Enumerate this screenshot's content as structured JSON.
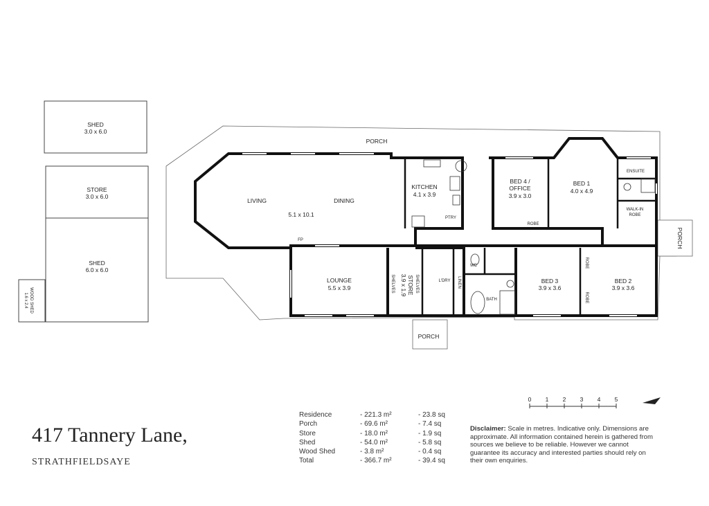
{
  "rooms": {
    "shed_top_name": "SHED",
    "shed_top_dim": "3.0 x 6.0",
    "store_out_name": "STORE",
    "store_out_dim": "3.0 x 6.0",
    "shed_big_name": "SHED",
    "shed_big_dim": "6.0 x 6.0",
    "wood_shed_name": "WOOD SHED",
    "wood_shed_dim": "1.6 x 2.4",
    "porch_top": "PORCH",
    "living": "LIVING",
    "dining": "DINING",
    "living_dim": "5.1 x 10.1",
    "kitchen_name": "KITCHEN",
    "kitchen_dim": "4.1 x 3.9",
    "ptry": "PTRY",
    "fp": "FP",
    "bed4_name": "BED 4 /",
    "bed4_name2": "OFFICE",
    "bed4_dim": "3.9 x 3.0",
    "robe": "ROBE",
    "bed1_name": "BED 1",
    "bed1_dim": "4.0 x 4.9",
    "ensuite": "ENSUITE",
    "walkin_1": "WALK-IN",
    "walkin_2": "ROBE",
    "porch_right": "PORCH",
    "lounge_name": "LOUNGE",
    "lounge_dim": "5.5 x 3.9",
    "store_in_name": "STORE",
    "store_in_dim": "3.9 x 1.9",
    "shelves": "SHELVES",
    "ldry": "L'DRY",
    "linen": "LINEN",
    "wc": "WC",
    "bath": "BATH",
    "bed3_name": "BED 3",
    "bed3_dim": "3.9 x 3.6",
    "bed2_name": "BED 2",
    "bed2_dim": "3.9 x 3.6",
    "porch_bottom": "PORCH"
  },
  "scale": {
    "ticks": [
      "0",
      "1",
      "2",
      "3",
      "4",
      "5"
    ]
  },
  "address": {
    "line1": "417 Tannery Lane,",
    "line2": "STRATHFIELDSAYE"
  },
  "areas": [
    {
      "name": "Residence",
      "m2": "- 221.3 m²",
      "sq": "- 23.8 sq"
    },
    {
      "name": "Porch",
      "m2": "- 69.6 m²",
      "sq": "- 7.4 sq"
    },
    {
      "name": "Store",
      "m2": "- 18.0 m²",
      "sq": "- 1.9 sq"
    },
    {
      "name": "Shed",
      "m2": "- 54.0 m²",
      "sq": "- 5.8 sq"
    },
    {
      "name": "Wood Shed",
      "m2": "- 3.8 m²",
      "sq": "- 0.4 sq"
    },
    {
      "name": "Total",
      "m2": "- 366.7 m²",
      "sq": "- 39.4 sq"
    }
  ],
  "disclaimer": {
    "label": "Disclaimer:",
    "text": " Scale in metres. Indicative only. Dimensions are approximate. All information contained herein is gathered from sources we believe to be reliable. However we cannot guarantee its accuracy and interested parties should rely on their own enquiries."
  }
}
